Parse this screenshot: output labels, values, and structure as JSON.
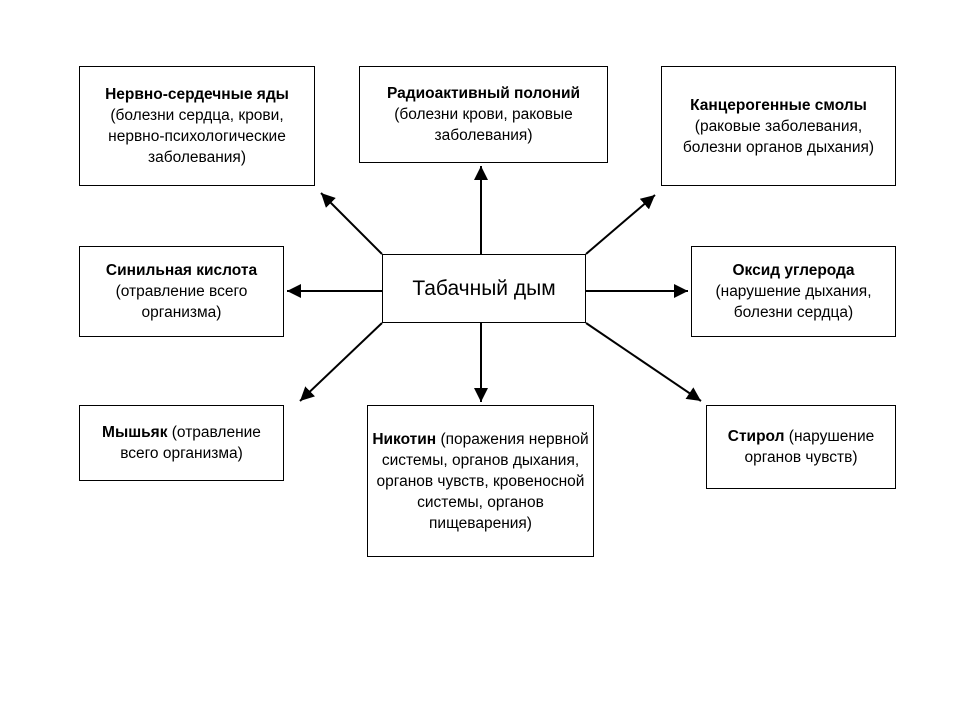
{
  "center": {
    "label": "Табачный дым"
  },
  "items": {
    "nerv": {
      "title": "Нервно-сердечные яды",
      "desc": "(болезни сердца, крови, нервно-психологические заболевания)"
    },
    "rad": {
      "title": "Радиоактивный полоний",
      "desc": "(болезни крови, раковые заболевания)"
    },
    "kanc": {
      "title": "Канцерогенные смолы",
      "desc": "(раковые заболевания, болезни органов дыхания)"
    },
    "sinil": {
      "title": "Синильная кислота",
      "desc": "(отравление всего организма)"
    },
    "oksid": {
      "title": "Оксид углерода",
      "desc": "(нарушение дыхания, болезни сердца)"
    },
    "mysh": {
      "title": "Мышьяк",
      "desc": "(отравление всего организма)"
    },
    "nikot": {
      "title": "Никотин",
      "desc": "(поражения нервной системы, органов дыхания, органов чувств, кровеносной системы, органов пищеварения)"
    },
    "stir": {
      "title": "Стирол",
      "desc": "(нарушение органов чувств)"
    }
  }
}
